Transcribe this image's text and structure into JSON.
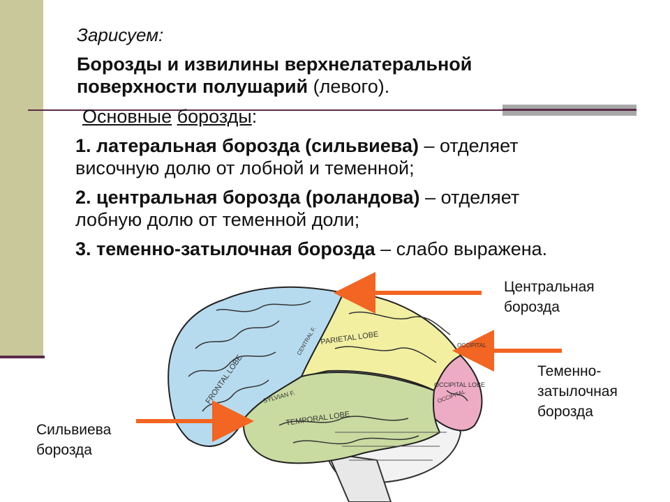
{
  "heading": "Зарисуем:",
  "title_bold": "Борозды и извилины верхнелатеральной поверхности полушарий",
  "title_rest": " (левого).",
  "main": {
    "main_word": "Основные",
    "sulci_word": "борозды",
    "colon": ":"
  },
  "items": [
    {
      "bold": "1. латеральная борозда (сильвиева)",
      "rest": " – отделяет височную долю от лобной и теменной;"
    },
    {
      "bold": "2. центральная борозда (роландова)",
      "rest": " – отделяет лобную долю от теменной доли;"
    },
    {
      "bold": "3. теменно-затылочная борозда",
      "rest": " – слабо выражена."
    }
  ],
  "labels": {
    "central": "Центральная борозда",
    "parieto": "Теменно-затылочная борозда",
    "sylvian": "Сильвиева борозда"
  },
  "diagram": {
    "lobes": [
      "PARIETAL LOBE",
      "FRONTAL LOBE",
      "TEMPORAL LOBE",
      "OCCIPITAL LOBE",
      "SYLVIAN F.",
      "CENTRAL F.",
      "OCCIPITAL",
      "OCCIPITAL"
    ],
    "colors": {
      "frontal": "#b7dbee",
      "parietal": "#f2f0a0",
      "temporal": "#c9dba0",
      "occipital": "#eeabc4",
      "arrow": "#f26522",
      "cerebellum": "#f2f2f2"
    }
  }
}
